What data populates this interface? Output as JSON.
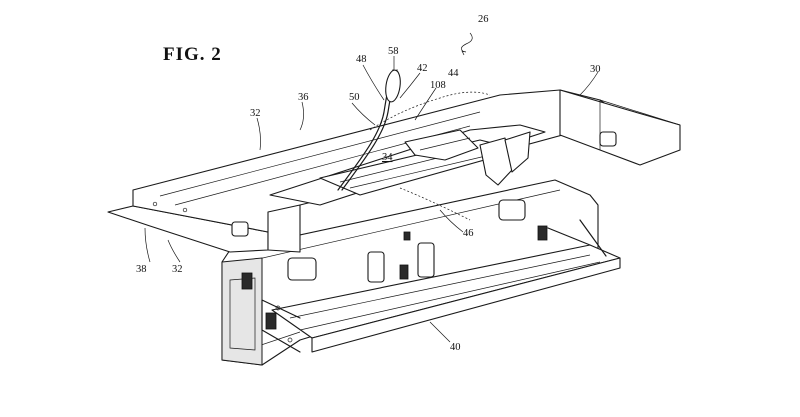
{
  "figure": {
    "title": "FIG. 2",
    "reference_numerals": {
      "n26": "26",
      "n30": "30",
      "n32a": "32",
      "n32b": "32",
      "n34": "34",
      "n36": "36",
      "n38": "38",
      "n40": "40",
      "n42": "42",
      "n44": "44",
      "n46": "46",
      "n48": "48",
      "n50": "50",
      "n58": "58",
      "n108": "108"
    }
  }
}
